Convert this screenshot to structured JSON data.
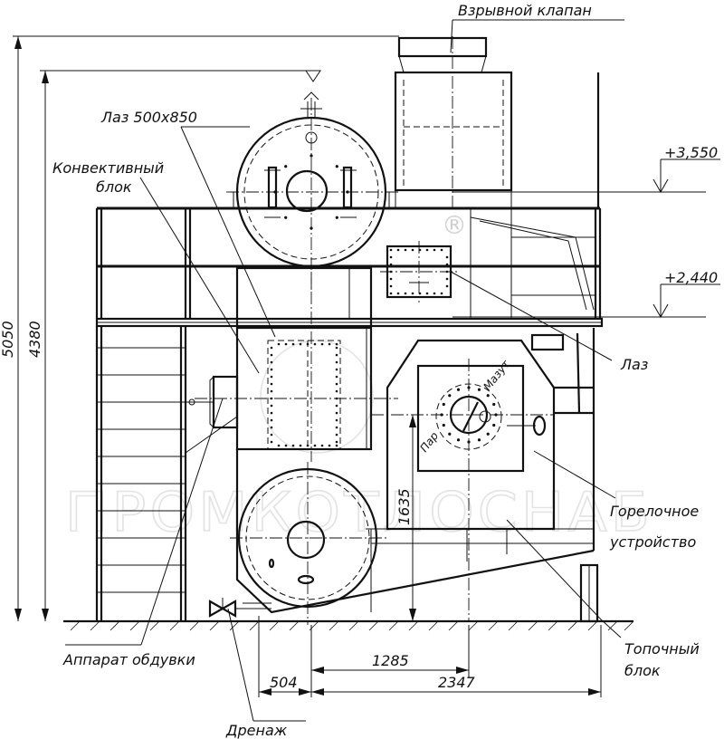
{
  "labels": {
    "explosion_valve": "Взрывной клапан",
    "manhole_500": "Лаз 500х850",
    "convective_1": "Конвективный",
    "convective_2": "блок",
    "manhole": "Лаз",
    "burner_1": "Горелочное",
    "burner_2": "устройство",
    "blower": "Аппарат обдувки",
    "furnace_1": "Топочный",
    "furnace_2": "блок",
    "drain": "Дренаж",
    "mazut": "Мазут",
    "steam": "Пар",
    "registered": "®"
  },
  "dimensions": {
    "height_total": "5050",
    "height_upper": "4380",
    "level_upper": "+3,550",
    "level_lower": "+2,440",
    "burner_height": "1635",
    "dim_1285": "1285",
    "dim_504": "504",
    "dim_2347": "2347"
  },
  "watermark": "ПРОМКОТЛОСНАБ"
}
